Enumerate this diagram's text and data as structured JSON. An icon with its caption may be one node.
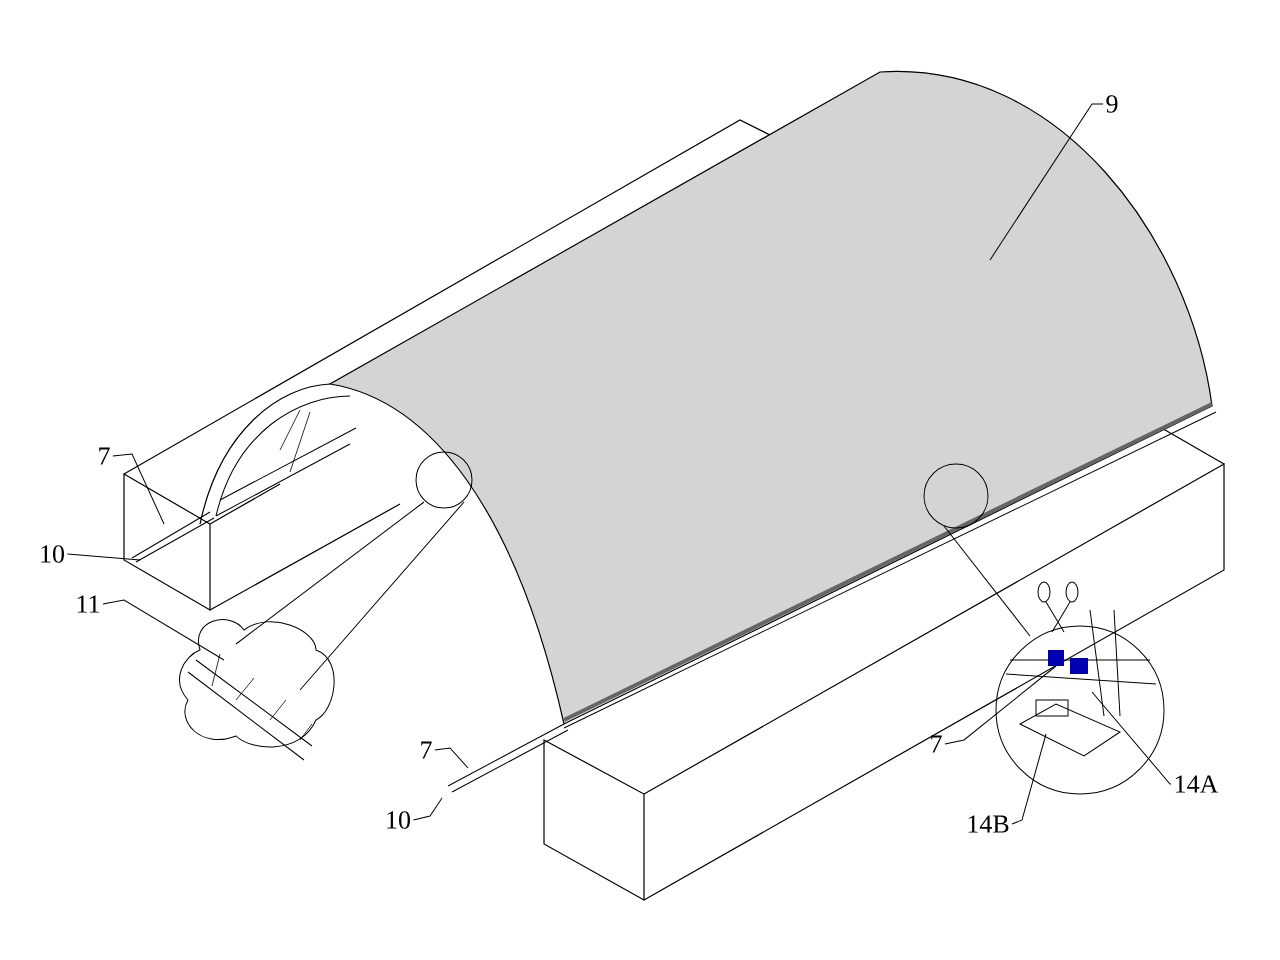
{
  "diagram": {
    "nodes": [
      {
        "text": [
          "9"
        ]
      },
      {
        "text": [
          "7"
        ]
      },
      {
        "text": [
          "10"
        ]
      },
      {
        "text": [
          "11"
        ]
      },
      {
        "text": [
          "7"
        ]
      },
      {
        "text": [
          "10"
        ]
      },
      {
        "text": [
          "7"
        ]
      },
      {
        "text": [
          "14B"
        ]
      },
      {
        "text": [
          "14A"
        ]
      }
    ],
    "edges": [
      {
        "from": 0,
        "to": null,
        "arrow": "none"
      },
      {
        "from": 1,
        "to": null,
        "arrow": "none"
      },
      {
        "from": 2,
        "to": null,
        "arrow": "none"
      },
      {
        "from": 3,
        "to": null,
        "arrow": "none"
      },
      {
        "from": 4,
        "to": null,
        "arrow": "none"
      },
      {
        "from": 5,
        "to": null,
        "arrow": "none"
      },
      {
        "from": 6,
        "to": null,
        "arrow": "none"
      },
      {
        "from": 7,
        "to": null,
        "arrow": "none"
      },
      {
        "from": 8,
        "to": null,
        "arrow": "none"
      }
    ]
  }
}
